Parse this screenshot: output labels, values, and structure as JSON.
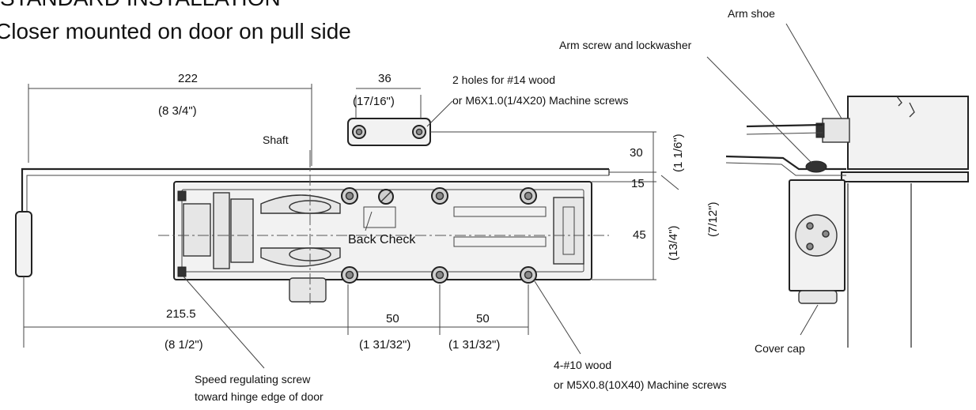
{
  "title": "STANDARD INSTALLATION",
  "subtitle": "Closer mounted on door on pull side",
  "labels": {
    "arm_shoe": "Arm shoe",
    "arm_screw": "Arm screw and lockwasher",
    "holes_line1": "2 holes for #14 wood",
    "holes_line2": "or M6X1.0(1/4X20) Machine screws",
    "shaft": "Shaft",
    "back_check": "Back Check",
    "speed_line1": "Speed regulating screw",
    "speed_line2": "toward hinge edge of door",
    "wood_line1": "4-#10 wood",
    "wood_line2": "or M5X0.8(10X40) Machine screws",
    "cover_cap": "Cover cap"
  },
  "dimensions": {
    "d222": "222",
    "d222_in": "(8 3/4\")",
    "d36": "36",
    "d36_in": "(17/16\")",
    "d30": "30",
    "d30_in": "(1 1/6\")",
    "d15": "15",
    "d712_in": "(7/12\")",
    "d45": "45",
    "d45_in": "(13/4\")",
    "d2155": "215.5",
    "d2155_in": "(8 1/2\")",
    "d50a": "50",
    "d50a_in": "(1 31/32\")",
    "d50b": "50",
    "d50b_in": "(1 31/32\")"
  },
  "colors": {
    "line": "#333333",
    "fill": "#f2f2f2",
    "text": "#111111"
  }
}
